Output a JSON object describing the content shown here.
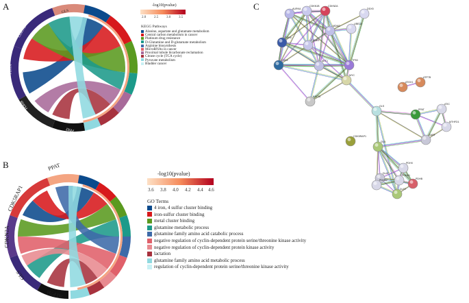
{
  "panelA": {
    "label": "A",
    "genes": [
      "GLS",
      "CDKN2A",
      "PDHX",
      "PDHB",
      "PPAT"
    ],
    "scale": {
      "title": "-log10(pvalue)",
      "ticks": [
        "2.0",
        "2.5",
        "3.0",
        "3.5"
      ],
      "low": "#fde0c5",
      "high": "#b2001e"
    },
    "legend_title": "KEGG Pathways",
    "legend": [
      {
        "label": "Alanine, aspartate and glutamate metabolism",
        "color": "#0b4a8c"
      },
      {
        "label": "Central carbon metabolism in cancer",
        "color": "#d7191c"
      },
      {
        "label": "Platinum drug resistance",
        "color": "#5a9a1f"
      },
      {
        "label": "D-Glutamine and D-glutamate metabolism",
        "color": "#1c9a8a"
      },
      {
        "label": "Arginine biosynthesis",
        "color": "#3e6aa8"
      },
      {
        "label": "MicroRNAs in cancer",
        "color": "#e0606a"
      },
      {
        "label": "Proximal tubule bicarbonate reclamation",
        "color": "#a86a9a"
      },
      {
        "label": "Citrate cycle (TCA cycle)",
        "color": "#a7323e"
      },
      {
        "label": "Pyruvate metabolism",
        "color": "#8fd9e0"
      },
      {
        "label": "Bladder cancer",
        "color": "#c8f0f4"
      }
    ]
  },
  "panelB": {
    "label": "B",
    "genes": [
      "PPAT",
      "CDK5RAP1",
      "CDKN2A",
      "GLS",
      "ATP7B"
    ],
    "scale": {
      "title": "-log10(pvalue)",
      "ticks": [
        "3.6",
        "3.8",
        "4.0",
        "4.2",
        "4.4",
        "4.6"
      ],
      "low": "#fde0c5",
      "high": "#b2001e"
    },
    "legend_title": "GO Terms",
    "legend": [
      {
        "label": "4 iron, 4 sulfur cluster binding",
        "color": "#0b4a8c"
      },
      {
        "label": "iron-sulfur cluster binding",
        "color": "#d7191c"
      },
      {
        "label": "metal cluster binding",
        "color": "#5a9a1f"
      },
      {
        "label": "glutamine metabolic process",
        "color": "#1c9a8a"
      },
      {
        "label": "glutamine family amino acid catabolic process",
        "color": "#3e6aa8"
      },
      {
        "label": "negative regulation of cyclin-dependent protein serine/threonine kinase activity",
        "color": "#e0606a"
      },
      {
        "label": "negative regulation of cyclin-dependent protein kinase activity",
        "color": "#e88a90"
      },
      {
        "label": "lactation",
        "color": "#a7323e"
      },
      {
        "label": "glutamine family amino acid metabolic process",
        "color": "#8fd9e0"
      },
      {
        "label": "regulation of cyclin-dependent protein serine/threonine kinase activity",
        "color": "#c8f0f4"
      }
    ]
  },
  "panelC": {
    "label": "C",
    "nodes": [
      {
        "id": "AURKA",
        "color": "#b7b7e8"
      },
      {
        "id": "CDKN1B",
        "color": "#c9c9ee"
      },
      {
        "id": "CDKN2A",
        "color": "#d6445a"
      },
      {
        "id": "DDX5",
        "color": "#d8d8f0"
      },
      {
        "id": "CDK4",
        "color": "#3a5aa8"
      },
      {
        "id": "MDM2",
        "color": "#c0c0e8"
      },
      {
        "id": "UBE2A",
        "color": "#d8d8f0"
      },
      {
        "id": "CCND1",
        "color": "#c7c7ea"
      },
      {
        "id": "AKT1",
        "color": "#c0c0e4"
      },
      {
        "id": "CDK2",
        "color": "#2e6aa0"
      },
      {
        "id": "TP53",
        "color": "#9a7ad8"
      },
      {
        "id": "MYC",
        "color": "#d7d7a8"
      },
      {
        "id": "KAT2A",
        "color": "#c8c8c8"
      },
      {
        "id": "ATOX1",
        "color": "#d78a5c"
      },
      {
        "id": "ATP7B",
        "color": "#d78a5c"
      },
      {
        "id": "GLS",
        "color": "#b8e0e0"
      },
      {
        "id": "PPAT",
        "color": "#3a9a3a"
      },
      {
        "id": "ATIC",
        "color": "#d8d8e8"
      },
      {
        "id": "MTHFD1",
        "color": "#d8d8e8"
      },
      {
        "id": "GART",
        "color": "#c8c8d8"
      },
      {
        "id": "CDK5RAP1",
        "color": "#9aa03a"
      },
      {
        "id": "DLD",
        "color": "#aac878"
      },
      {
        "id": "PDHX",
        "color": "#d8d8e8"
      },
      {
        "id": "DLAT",
        "color": "#c8c8d8"
      },
      {
        "id": "PDHA1",
        "color": "#d8d8e8"
      },
      {
        "id": "PDHB",
        "color": "#d7606a"
      },
      {
        "id": "PDHA2",
        "color": "#d8d8e8"
      },
      {
        "id": "DLST",
        "color": "#aac878"
      }
    ]
  }
}
